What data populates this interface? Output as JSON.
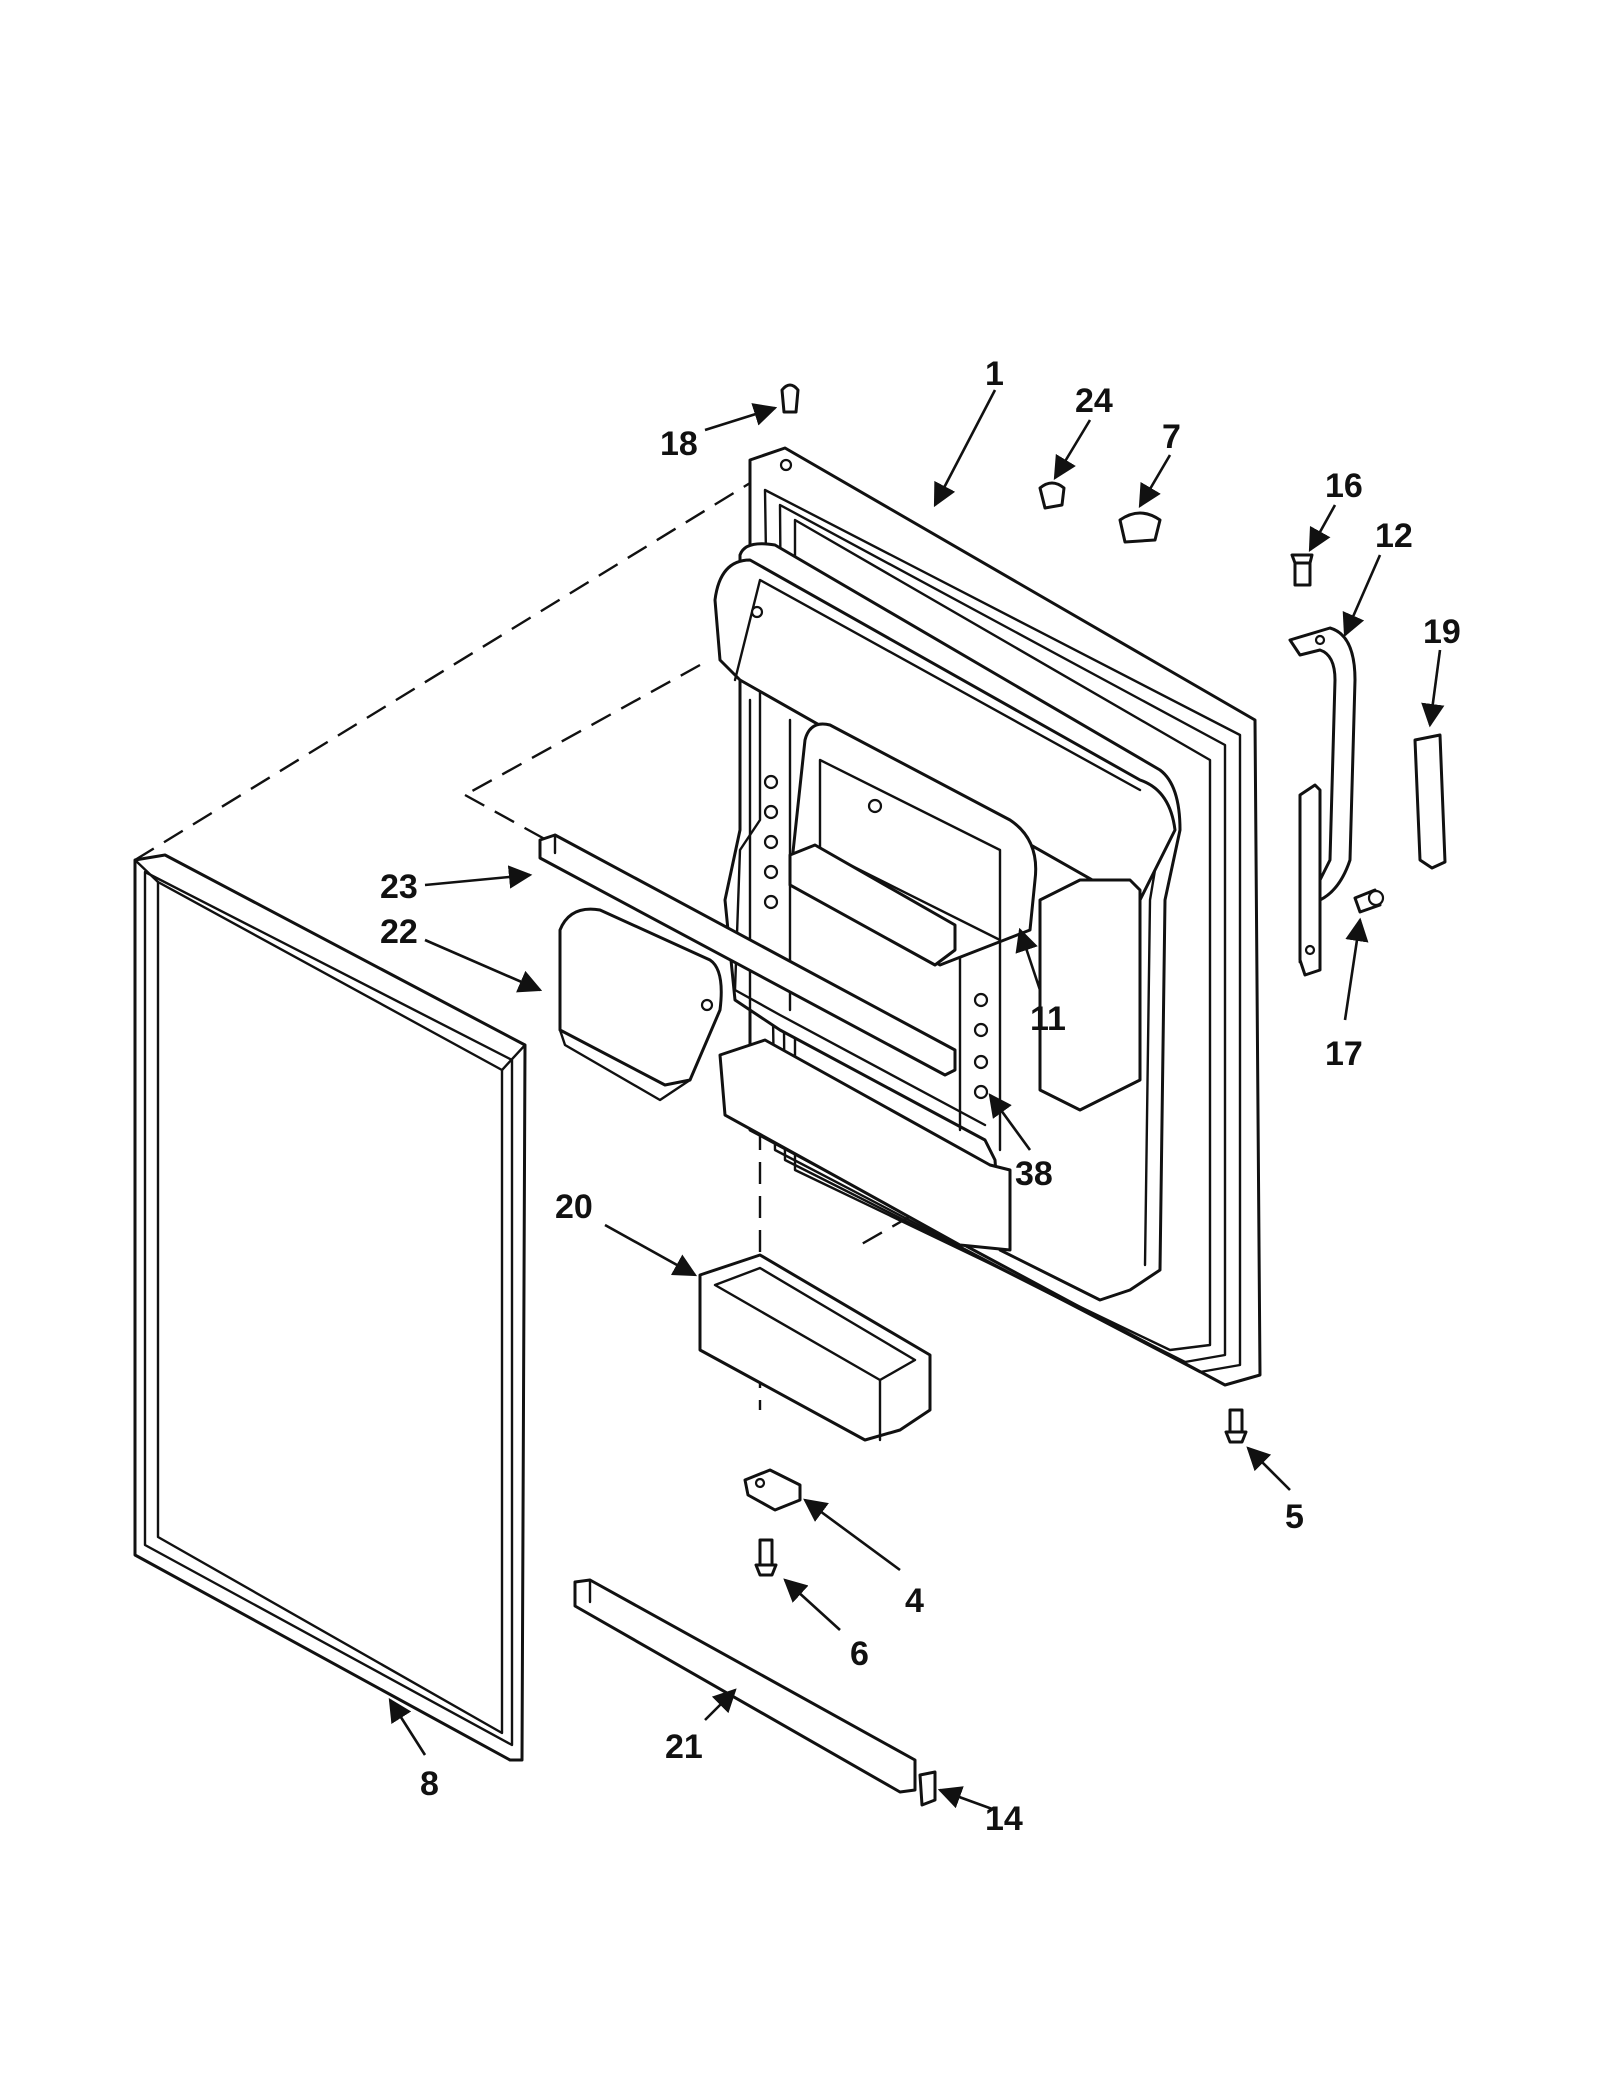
{
  "diagram": {
    "callouts": [
      {
        "id": "1",
        "label": "1"
      },
      {
        "id": "24",
        "label": "24"
      },
      {
        "id": "7",
        "label": "7"
      },
      {
        "id": "16",
        "label": "16"
      },
      {
        "id": "12",
        "label": "12"
      },
      {
        "id": "19",
        "label": "19"
      },
      {
        "id": "18",
        "label": "18"
      },
      {
        "id": "23",
        "label": "23"
      },
      {
        "id": "22",
        "label": "22"
      },
      {
        "id": "11",
        "label": "11"
      },
      {
        "id": "17",
        "label": "17"
      },
      {
        "id": "38",
        "label": "38"
      },
      {
        "id": "20",
        "label": "20"
      },
      {
        "id": "5",
        "label": "5"
      },
      {
        "id": "4",
        "label": "4"
      },
      {
        "id": "6",
        "label": "6"
      },
      {
        "id": "21",
        "label": "21"
      },
      {
        "id": "8",
        "label": "8"
      },
      {
        "id": "14",
        "label": "14"
      }
    ]
  }
}
